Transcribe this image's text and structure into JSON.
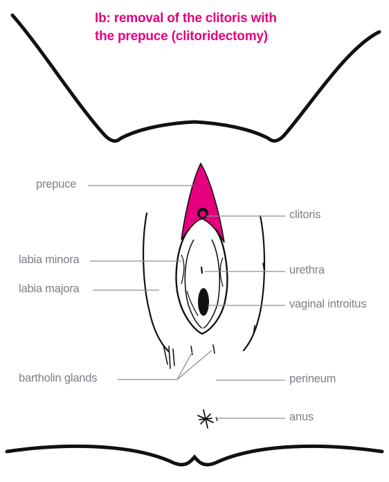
{
  "title": {
    "prefix": "Ib:",
    "line1_rest": " removal of the clitoris with",
    "line2": "the prepuce (clitoridectomy)"
  },
  "labels": {
    "prepuce": "prepuce",
    "labia_minora": "labia minora",
    "labia_majora": "labia majora",
    "bartholin_glands": "bartholin glands",
    "clitoris": "clitoris",
    "urethra": "urethra",
    "vaginal_introitus": "vaginal introitus",
    "perineum": "perineum",
    "anus": "anus"
  },
  "colors": {
    "accent": "#e6007e",
    "label_text": "#7a7f85",
    "leader_line": "#8a8f94",
    "outline": "#111111"
  }
}
